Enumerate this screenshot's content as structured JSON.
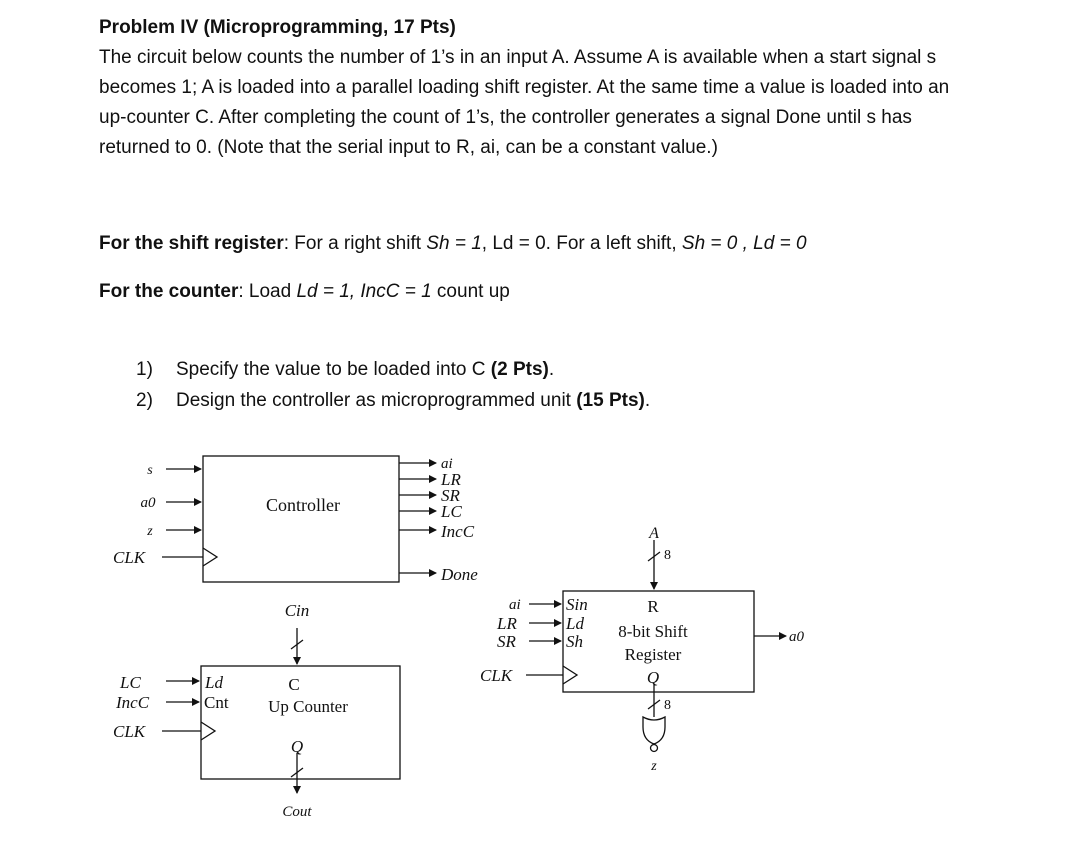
{
  "problem": {
    "title": "Problem IV (Microprogramming, 17 Pts)",
    "paragraph_lines": [
      "The circuit below counts the number of 1’s in an input A. Assume A is available when a start signal s",
      "becomes 1; A is loaded into a parallel loading shift register. At the same time a value is loaded into an",
      "up-counter C. After completing the count of 1’s, the controller generates a signal Done until s has",
      "returned to 0. (Note that the serial input to R, ai, can be a constant value.)"
    ]
  },
  "shift_register_spec": {
    "label": "For the shift register",
    "pre": ": For a right shift ",
    "sh1": "Sh = 1",
    "mid1": ", Ld = 0. For a left shift, ",
    "sh0": "Sh = 0 , Ld = 0"
  },
  "counter_spec": {
    "label": "For the counter",
    "pre": ": Load ",
    "ld": "Ld = 1, IncC = 1",
    "post": " count up"
  },
  "questions": [
    {
      "num": "1)",
      "text": "Specify the value to be loaded into C ",
      "pts": "(2 Pts)",
      "end": "."
    },
    {
      "num": "2)",
      "text": "Design the controller as microprogrammed unit ",
      "pts": "(15 Pts)",
      "end": "."
    }
  ],
  "diagram": {
    "controller": {
      "label": "Controller",
      "inputs": [
        "s",
        "a0",
        "z"
      ],
      "clk": "CLK",
      "outputs": [
        "ai",
        "LR",
        "SR",
        "LC",
        "IncC"
      ],
      "done": "Done"
    },
    "counter": {
      "title": "C",
      "subtitle": "Up Counter",
      "port_ld": "Ld",
      "port_cnt": "Cnt",
      "in_lc": "LC",
      "in_incc": "IncC",
      "clk": "CLK",
      "cin": "Cin",
      "q": "Q",
      "cout": "Cout"
    },
    "shift_register": {
      "title": "R",
      "line1": "8-bit Shift",
      "line2": "Register",
      "q": "Q",
      "port_sin": "Sin",
      "port_ld": "Ld",
      "port_sh": "Sh",
      "in_ai": "ai",
      "in_lr": "LR",
      "in_sr": "SR",
      "clk": "CLK",
      "a_label": "A",
      "bus_width": "8",
      "out": "a0",
      "z": "z"
    }
  }
}
